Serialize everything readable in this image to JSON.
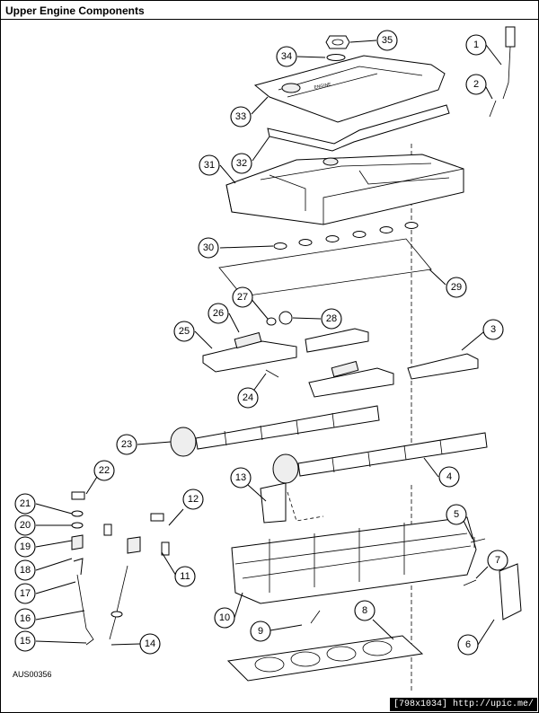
{
  "title": "Upper Engine Components",
  "figure_id": "AUS00356",
  "watermark": "[798x1034] http://upic.me/",
  "callouts": [
    "1",
    "2",
    "3",
    "4",
    "5",
    "6",
    "7",
    "8",
    "9",
    "10",
    "11",
    "12",
    "13",
    "14",
    "15",
    "16",
    "17",
    "18",
    "19",
    "20",
    "21",
    "22",
    "23",
    "24",
    "25",
    "26",
    "27",
    "28",
    "29",
    "30",
    "31",
    "32",
    "33",
    "34",
    "35"
  ],
  "cover_text": "ENGINE"
}
